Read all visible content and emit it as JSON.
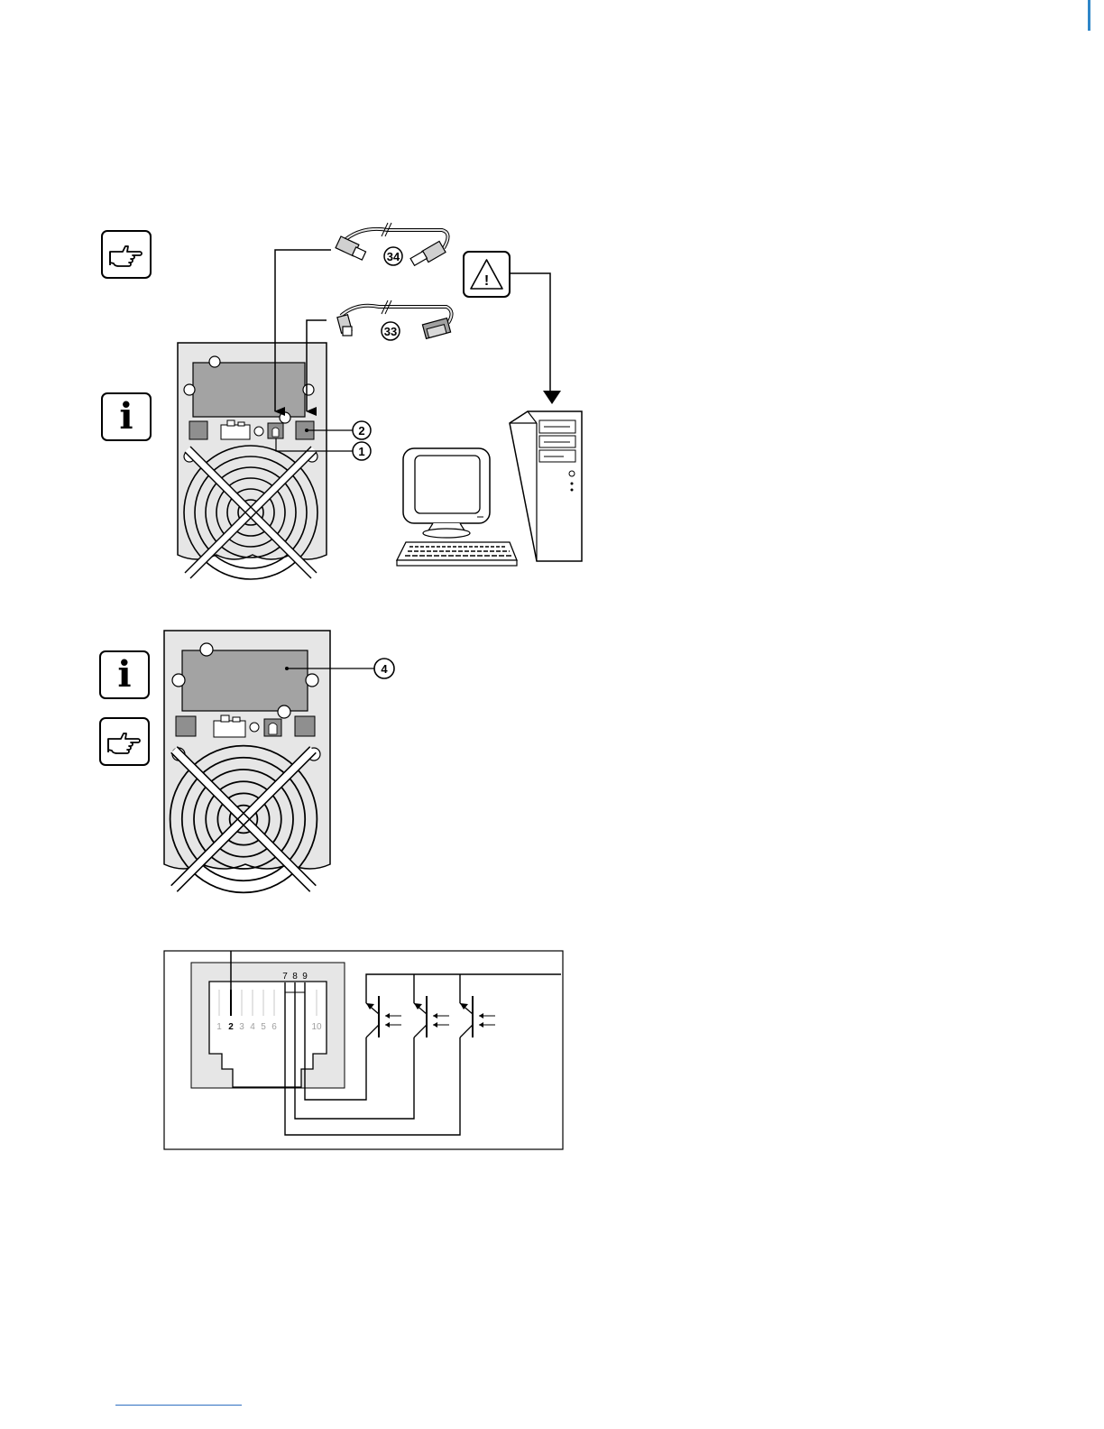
{
  "callouts": {
    "usb_cable": "34",
    "serial_cable": "33",
    "usb_port": "1",
    "serial_port": "2",
    "card_slot": "4"
  },
  "relay_connector": {
    "pins_top": [
      "7",
      "8",
      "9"
    ],
    "pins_bottom": [
      "1",
      "2",
      "3",
      "4",
      "5",
      "6",
      "10"
    ]
  },
  "icons": {
    "hand_pointer": "pointing-hand-icon",
    "info": "info-icon",
    "warning": "warning-triangle-icon"
  },
  "info_symbol": "i",
  "warning_symbol": "!",
  "colors": {
    "ups_panel": "#e6e6e6",
    "port_dark": "#8f8f8f",
    "line": "#000000",
    "accent_blue": "#2f86c8"
  }
}
